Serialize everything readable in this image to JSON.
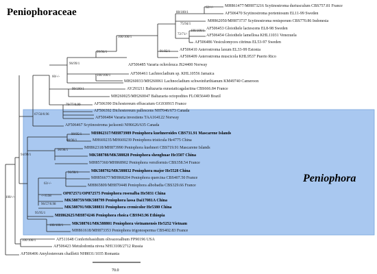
{
  "family_label": "Peniophoraceae",
  "genus_label": "Peniophora",
  "scale_label": "70.0",
  "colors": {
    "highlight": "#a9c8f0",
    "highlight_border": "#7aa6dc",
    "line": "#222222"
  },
  "taxa": [
    {
      "label": "MH861477/MH873216 Scytinostroma duriusculum CBS757.81 France",
      "bold": false
    },
    {
      "label": "AF506470 Scytinostroma portentosum EL11-99 Sweden",
      "bold": false
    },
    {
      "label": "MH862050/MH873737 Scytinostroma renisporum CBS770.86 Indonesia",
      "bold": false
    },
    {
      "label": "AF506453 Gloiothele lactescens EL8-98 Sweden",
      "bold": false
    },
    {
      "label": "AF506454 Gloiothele lamellosa KHL11031 Venezuela",
      "bold": false
    },
    {
      "label": "AF506486 Vesiculomyces citrinus EL53-97 Sweden",
      "bold": false
    },
    {
      "label": "AF506410 Asterostroma laxum EL33-99 Estonia",
      "bold": false
    },
    {
      "label": "AF506409 Asterostroma muscicola KHL9537 Puerto Rico",
      "bold": false
    },
    {
      "label": "AF506485 Vararia ochroleuca JS24400 Norway",
      "bold": false
    },
    {
      "label": "AF506461 Lachnocladium sp. KHL10556 Jamaica",
      "bold": false
    },
    {
      "label": "MH260033/MH260061 Lachnocladium schweinfurthianum KM49740 Cameroon",
      "bold": false
    },
    {
      "label": "AY293211 Baltazaria eurasiaticagalactina CBS666.84 France",
      "bold": false
    },
    {
      "label": "MH260025/MH260047 Baltazaria octopodites FLOR56449 Brazil",
      "bold": false
    },
    {
      "label": "AF506390 Dichostereum effuscatum GG930915 France",
      "bold": false
    },
    {
      "label": "AF506392 Dichostereum pallescens NH7046/673 Canada",
      "bold": false
    },
    {
      "label": "AF506484 Vararia investiens TAA164122 Norway",
      "bold": false
    },
    {
      "label": "AF506467 Scytinostroma jacksonii NH6626/635 Canada",
      "bold": false
    },
    {
      "label": "MH862317/MH873989 Peniophora kuehneroides CBS731.91 Mascarene Islands",
      "bold": true
    },
    {
      "label": "MH669235/MH669239 Peniophora tristicula He4775 China",
      "bold": false
    },
    {
      "label": "MH862318/MH873990 Peniophora kuehneri CBS719.91 Mascarene Islands",
      "bold": false
    },
    {
      "label": "MK588788/MK588828 Peniophora shenghuae He3507 China",
      "bold": true
    },
    {
      "label": "MH857360/MH868902 Peniophora versiformis CBS358.54 France",
      "bold": false
    },
    {
      "label": "MK588792/MK588832 Peniophora major He5528 China",
      "bold": true
    },
    {
      "label": "MH856677/MH868204 Peniophora quercina CBS407.50 France",
      "bold": false
    },
    {
      "label": "MH865809/MH870448 Peniophora albobadia CBS329.66 France",
      "bold": false
    },
    {
      "label": "OP872571/OP872575 Peniophora roseoalba He5031 China",
      "bold": true
    },
    {
      "label": "MK588759/MK588799 Peniophora lassa Dai17081A China",
      "bold": true
    },
    {
      "label": "MK588791/MK588831 Peniophora cremicolor He5380 China",
      "bold": true
    },
    {
      "label": "MH862625/MH874246 Peniophora rhoica CBS943.96 Ethiopia",
      "bold": true
    },
    {
      "label": "MK588761/MK588801 Peniophora vietnamensis He5252 Vietnam",
      "bold": true
    },
    {
      "label": "MH861618/MH873353 Peniophora trigonosperma CBS402.83 France",
      "bold": false
    },
    {
      "label": "AF511648 Confertobasidium olivaceoalbum FP90196 USA",
      "bold": false
    },
    {
      "label": "AF506423 Metulodontia nivea NH13108/2712 Russia",
      "bold": false
    },
    {
      "label": "AF506406 Amylostereum chailletii NH8031/1035 Romania",
      "bold": false
    }
  ],
  "supports": [
    "62/-/-",
    "88/100/1",
    "75/94/1",
    "100/100/1",
    "72/71/-",
    "100/100/1",
    "91/82/1",
    "99/96/1",
    "96/99/1",
    "100/100/1",
    "99/100/1",
    "60/-/-",
    "79/77/0.99",
    "67/50/0.96",
    "90/95/1",
    "98/96/1",
    "90/98/1",
    "96/98/1",
    "63/-/-",
    "-/-/0.98",
    "96/57/0.98",
    "100/100/1",
    "95/95/1",
    "94/99/1",
    "100/-/-",
    "100/100/1"
  ]
}
